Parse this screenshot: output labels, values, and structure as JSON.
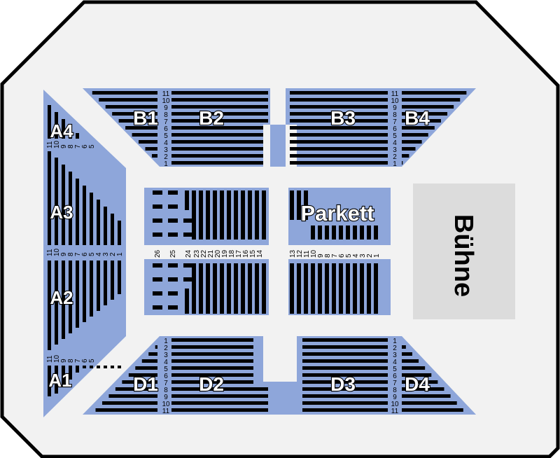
{
  "colors": {
    "block": "#8ea6da",
    "row": "#000000",
    "floor": "#f2f2f2",
    "stage": "#dcdcdc",
    "border": "#000000"
  },
  "sections": {
    "a1": "A1",
    "a2": "A2",
    "a3": "A3",
    "a4": "A4",
    "b1": "B1",
    "b2": "B2",
    "b3": "B3",
    "b4": "B4",
    "d1": "D1",
    "d2": "D2",
    "d3": "D3",
    "d4": "D4",
    "parkett": "Parkett"
  },
  "stage_label": "Bühne",
  "row_numbers": {
    "b_rows": [
      "11",
      "10",
      "9",
      "8",
      "7",
      "6",
      "5",
      "4",
      "3",
      "2",
      "1"
    ],
    "d_rows": [
      "1",
      "2",
      "3",
      "4",
      "5",
      "6",
      "7",
      "8",
      "9",
      "10",
      "11"
    ],
    "a_top": [
      "11",
      "10",
      "9",
      "8",
      "7",
      "6",
      "5"
    ],
    "a_mid": [
      "11",
      "10",
      "9",
      "8",
      "7",
      "6",
      "5",
      "4",
      "3",
      "2",
      "1"
    ],
    "a_bot": [
      "11",
      "10",
      "9",
      "8",
      "7",
      "6",
      "5"
    ],
    "parkett_left": [
      "26",
      "25",
      "24",
      "23",
      "22",
      "21",
      "20",
      "19",
      "18",
      "17",
      "16",
      "15",
      "14"
    ],
    "parkett_right": [
      "13",
      "12",
      "11",
      "10",
      "9",
      "8",
      "7",
      "6",
      "5",
      "4",
      "3",
      "2",
      "1"
    ]
  }
}
